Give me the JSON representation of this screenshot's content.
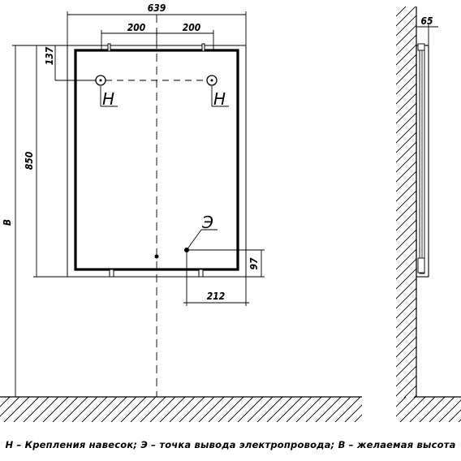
{
  "dimensions": {
    "overall_width": "639",
    "mount_spacing_left": "200",
    "mount_spacing_right": "200",
    "mount_offset_top": "137",
    "height": "850",
    "desired_height": "B",
    "cable_offset_bottom": "97",
    "cable_offset_side": "212",
    "depth": "65"
  },
  "labels": {
    "mount_left": "H",
    "mount_right": "H",
    "cable_outlet": "Э"
  },
  "caption": "Н – Крепления навесок; Э – точка вывода электропровода; В – желаемая высота"
}
